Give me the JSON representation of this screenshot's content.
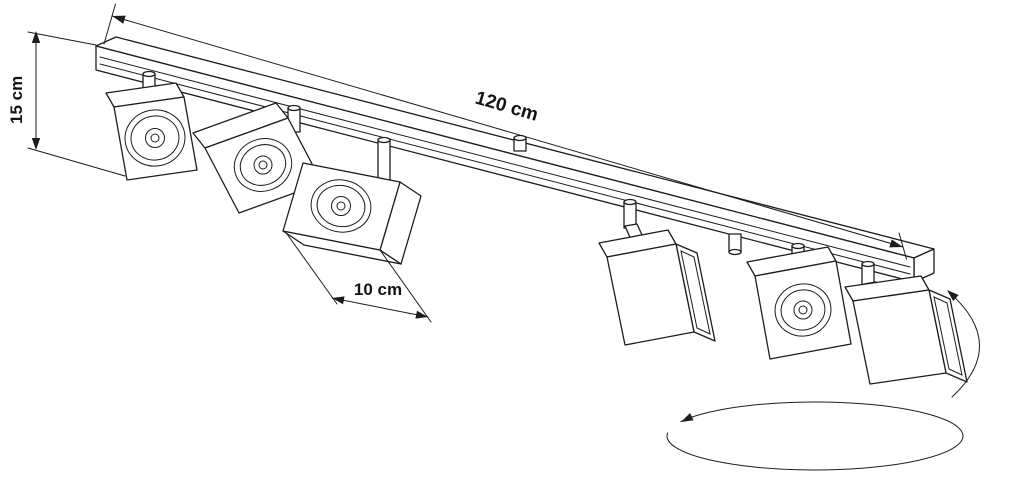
{
  "meta": {
    "background": "#ffffff",
    "line_color": "#1d1d1d"
  },
  "labels": {
    "height": "15 cm",
    "length": "120 cm",
    "width": "10 cm"
  },
  "drawing": {
    "spotlight_count": 6
  },
  "icons": {
    "rotation_horizontal": "ellipse-rotation-arrow",
    "rotation_vertical": "arc-rotation-arrow"
  }
}
